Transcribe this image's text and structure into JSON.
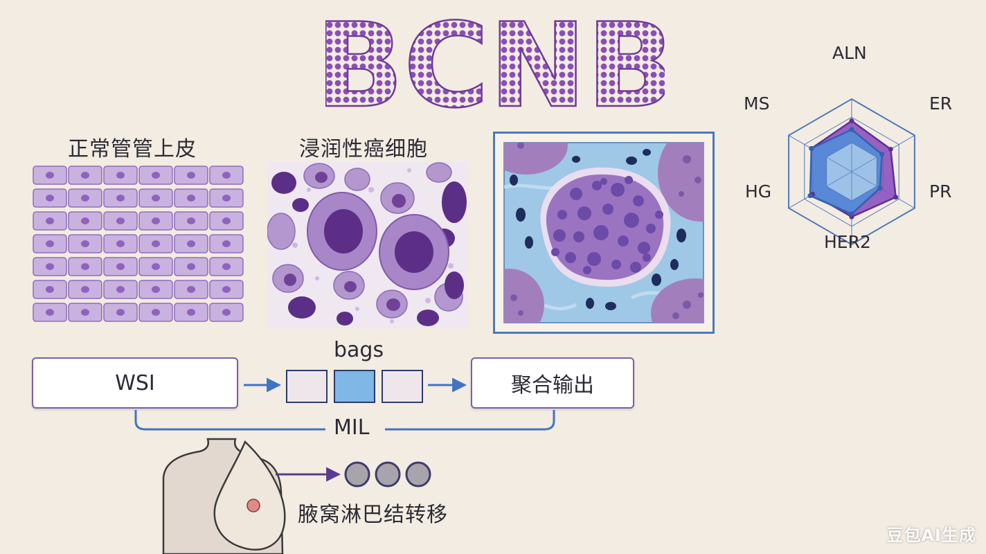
{
  "title": "BCNB",
  "normal_cells": {
    "label": "正常管管上皮"
  },
  "invasive_cells": {
    "label": "浸润性癌细胞"
  },
  "pipeline": {
    "input_label": "WSI",
    "bags_label": "bags",
    "output_label": "聚合输出",
    "mil_label": "MIL"
  },
  "lymph": {
    "label": "腋窝淋巴结转移"
  },
  "chart_data": {
    "type": "radar",
    "axes": [
      "ALN",
      "ER",
      "PR",
      "HER2",
      "HG",
      "MS"
    ],
    "series": [
      {
        "values": [
          0.7,
          0.62,
          0.7,
          0.62,
          0.62,
          0.64
        ],
        "color": "#8c52bf"
      },
      {
        "values": [
          0.58,
          0.48,
          0.45,
          0.58,
          0.66,
          0.64
        ],
        "color": "#4f8fdb"
      }
    ],
    "range": [
      0,
      1
    ]
  },
  "watermark": "豆包AI生成",
  "colors": {
    "title": "#8a4fb6",
    "accent_blue": "#3f74c2",
    "box_border": "#7a5ea8"
  }
}
